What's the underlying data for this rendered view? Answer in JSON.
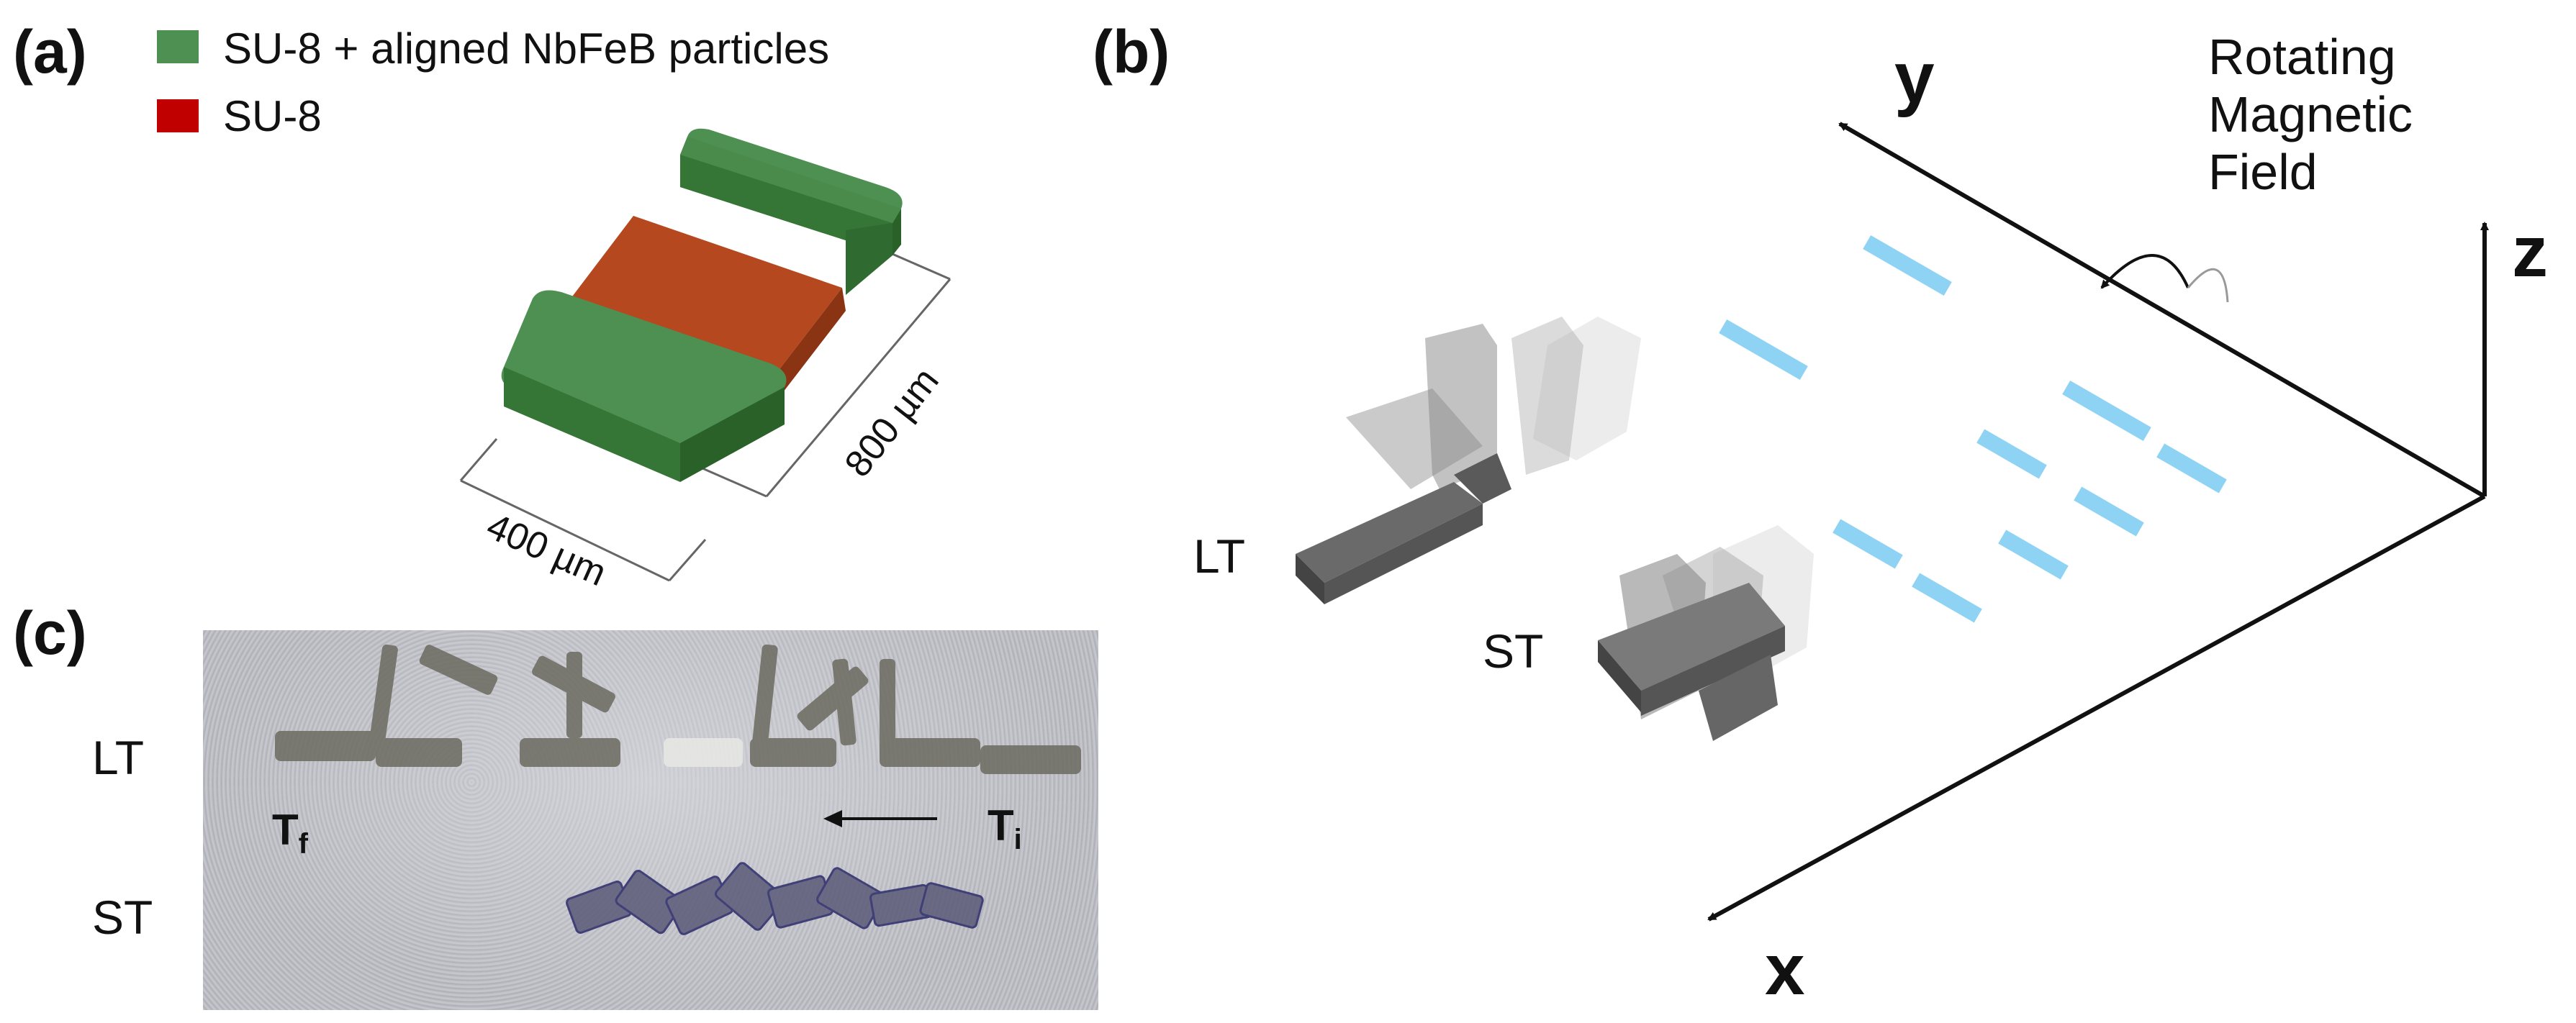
{
  "panel_a": {
    "label": "(a)",
    "legend": [
      {
        "text": "SU-8 + aligned NbFeB particles",
        "color": "#4e8f52"
      },
      {
        "text": "SU-8",
        "color": "#c00000"
      }
    ],
    "dim_width": "400 µm",
    "dim_length": "800 µm",
    "colors": {
      "magnetic": "#3f8a3f",
      "body": "#b5481f"
    }
  },
  "panel_b": {
    "label": "(b)",
    "axis_y": "y",
    "axis_x": "x",
    "axis_z": "z",
    "field_lines": [
      "Rotating",
      "Magnetic",
      "Field"
    ],
    "lt_label": "LT",
    "st_label": "ST",
    "marker_color": "#8fd3f4"
  },
  "panel_c": {
    "label": "(c)",
    "lt_label": "LT",
    "st_label": "ST",
    "t_final": "T",
    "t_final_sub": "f",
    "t_initial": "T",
    "t_initial_sub": "i"
  }
}
